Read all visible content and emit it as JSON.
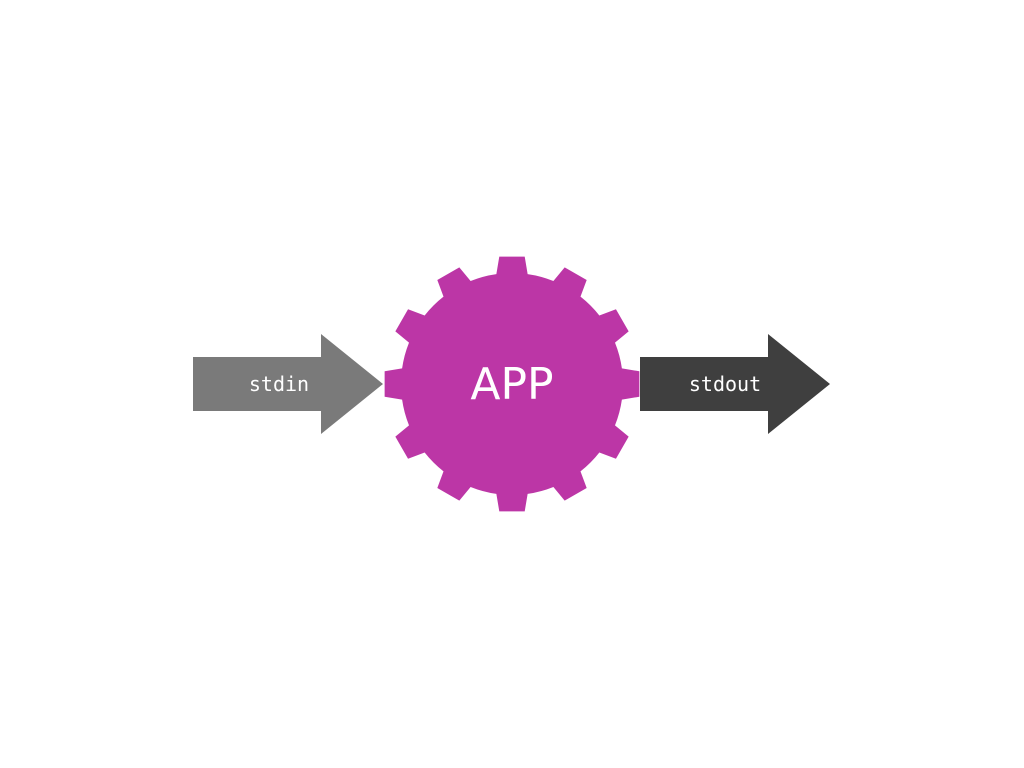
{
  "diagram": {
    "input": {
      "label": "stdin",
      "color": "#7a7a7a"
    },
    "app": {
      "label": "APP",
      "color": "#bc36a6"
    },
    "output": {
      "label": "stdout",
      "color": "#3f3f3f"
    }
  }
}
